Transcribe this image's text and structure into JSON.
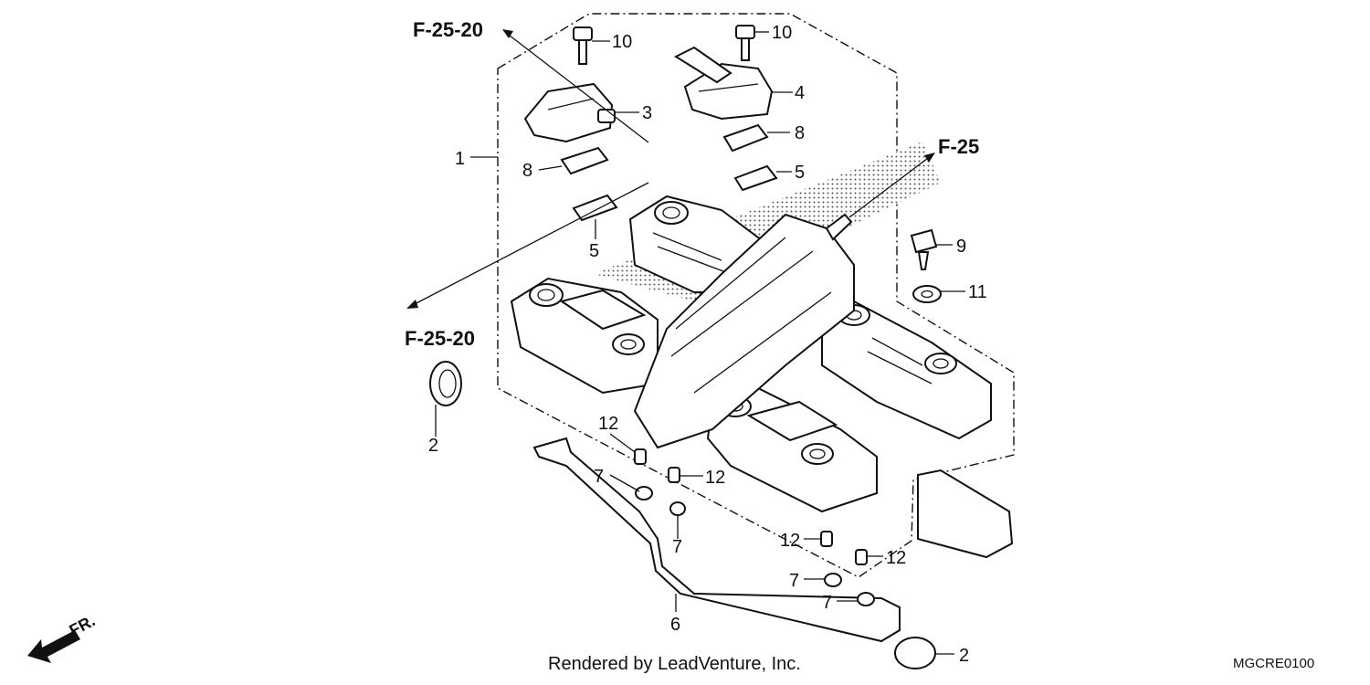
{
  "references": {
    "top": "F-25-20",
    "right": "F-25",
    "left": "F-25-20"
  },
  "callouts": {
    "c1": "1",
    "c2a": "2",
    "c2b": "2",
    "c3": "3",
    "c4": "4",
    "c5a": "5",
    "c5b": "5",
    "c6": "6",
    "c7a": "7",
    "c7b": "7",
    "c7c": "7",
    "c7d": "7",
    "c8a": "8",
    "c8b": "8",
    "c9": "9",
    "c10a": "10",
    "c10b": "10",
    "c11": "11",
    "c12a": "12",
    "c12b": "12",
    "c12c": "12",
    "c12d": "12"
  },
  "direction_label": "FR.",
  "footer": {
    "rendered_by": "Rendered by LeadVenture, Inc.",
    "diagram_code": "MGCRE0100"
  }
}
